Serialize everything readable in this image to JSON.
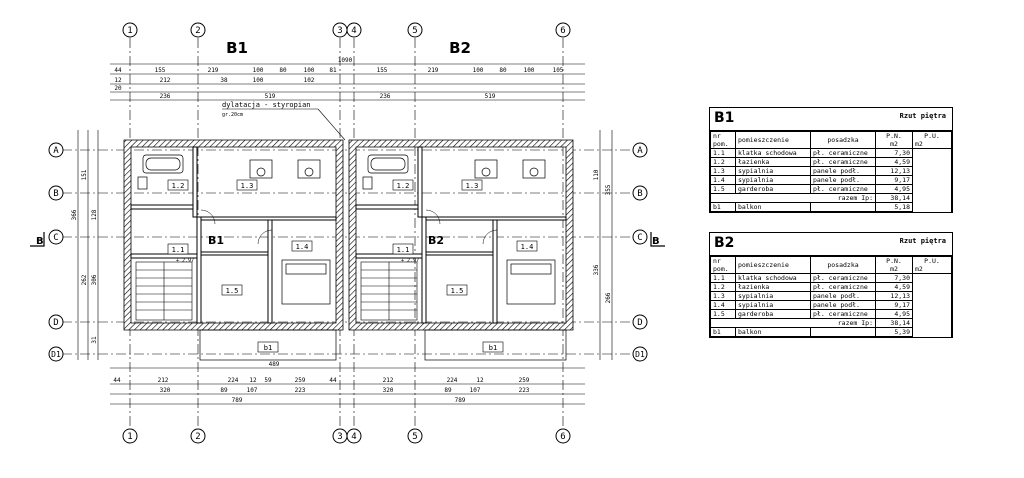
{
  "buildings": [
    "B1",
    "B2"
  ],
  "axes": [
    "1",
    "2",
    "3",
    "4",
    "5",
    "6"
  ],
  "rows": [
    "A",
    "B",
    "C",
    "D",
    "D1"
  ],
  "section_marks": [
    "B",
    "B"
  ],
  "annotation": "dylatacja - styropian",
  "annotation_sub": "gr.20cm",
  "top_dims": {
    "total": "1090",
    "b1_row1": [
      "155",
      "219",
      "100",
      "80",
      "100",
      "81"
    ],
    "b1_row2": [
      "212",
      "38",
      "100",
      "102"
    ],
    "b1_row3": [
      "236",
      "519"
    ],
    "b2_row1": [
      "155",
      "219",
      "100",
      "80",
      "100",
      "105"
    ],
    "b2_row3": [
      "236",
      "519"
    ],
    "small": [
      "44",
      "12",
      "20"
    ]
  },
  "bottom_dims": {
    "b1_row1": [
      "44",
      "212",
      "224",
      "12",
      "59",
      "259",
      "44"
    ],
    "b1_row2": [
      "320",
      "89",
      "107",
      "223"
    ],
    "b1_total": "789",
    "b2_row1": [
      "212",
      "224",
      "12",
      "259"
    ],
    "b2_row2": [
      "320",
      "89",
      "107",
      "223"
    ],
    "b2_total": "789",
    "plan_width": "489"
  },
  "room_labels": [
    "1.1",
    "1.2",
    "1.3",
    "1.4",
    "1.5",
    "b1"
  ],
  "level_mark": "+ 2.97",
  "left_dims": [
    "151",
    "262",
    "306",
    "366",
    "128",
    "31"
  ],
  "right_dims": [
    "355",
    "336",
    "266",
    "110"
  ],
  "tables": [
    {
      "code": "B1",
      "title": "Rzut piętra",
      "headers": {
        "nr": "nr",
        "pom": "pom.",
        "room": "pomieszczenie",
        "floor": "posadzka",
        "pn": "P.N.",
        "pu": "P.U.",
        "m2a": "m2",
        "m2b": "m2"
      },
      "rows": [
        [
          "1.1",
          "klatka schodowa",
          "pł. ceramiczne",
          "7,30"
        ],
        [
          "1.2",
          "łazienka",
          "pł. ceramiczne",
          "4,59"
        ],
        [
          "1.3",
          "sypialnia",
          "panele podł.",
          "12,13"
        ],
        [
          "1.4",
          "sypialnia",
          "panele podł.",
          "9,17"
        ],
        [
          "1.5",
          "garderoba",
          "pł. ceramiczne",
          "4,95"
        ]
      ],
      "sum_label": "razem Ip:",
      "sum_value": "38,14",
      "extra": [
        "b1",
        "balkon",
        "",
        "5,18"
      ]
    },
    {
      "code": "B2",
      "title": "Rzut piętra",
      "headers": {
        "nr": "nr",
        "pom": "pom.",
        "room": "pomieszczenie",
        "floor": "posadzka",
        "pn": "P.N.",
        "pu": "P.U.",
        "m2a": "m2",
        "m2b": "m2"
      },
      "rows": [
        [
          "1.1",
          "klatka schodowa",
          "pł. ceramiczne",
          "7,30"
        ],
        [
          "1.2",
          "łazienka",
          "pł. ceramiczne",
          "4,59"
        ],
        [
          "1.3",
          "sypialnia",
          "panele podł.",
          "12,13"
        ],
        [
          "1.4",
          "sypialnia",
          "panele podł.",
          "9,17"
        ],
        [
          "1.5",
          "garderoba",
          "pł. ceramiczne",
          "4,95"
        ]
      ],
      "sum_label": "razem Ip:",
      "sum_value": "38,14",
      "extra": [
        "b1",
        "balkon",
        "",
        "5,39"
      ]
    }
  ]
}
